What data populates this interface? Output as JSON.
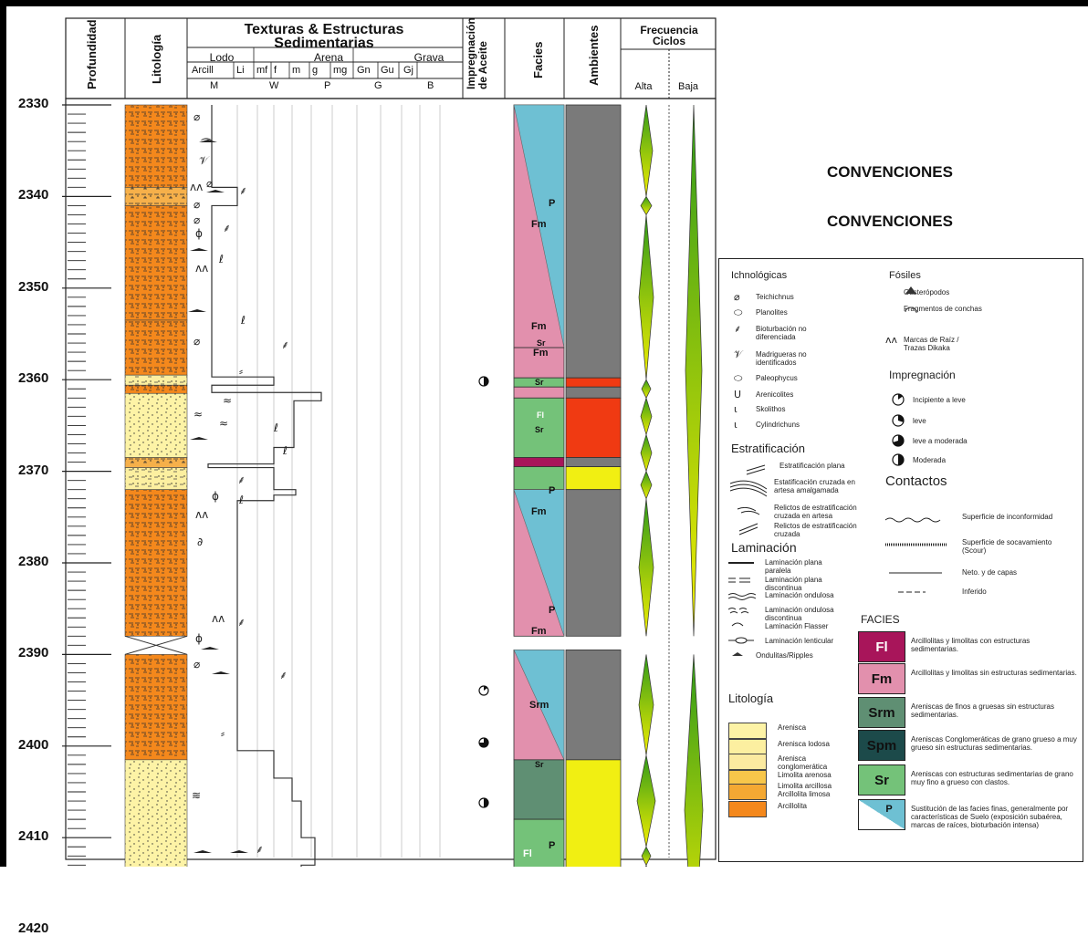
{
  "header": {
    "depth_label": "Profundidad",
    "lith_label": "Litología",
    "tex_title_1": "Texturas & Estructuras",
    "tex_title_2": "Sedimentarias",
    "grain_groups": [
      "Lodo",
      "Arena",
      "Grava"
    ],
    "grain_sizes": [
      "Arcill",
      "Li",
      "mf",
      "f",
      "m",
      "g",
      "mg",
      "Gn",
      "Gu",
      "Gj"
    ],
    "dunham": [
      "M",
      "W",
      "P",
      "G",
      "B"
    ],
    "oil_label_1": "Impregnación",
    "oil_label_2": "de Aceite",
    "facies_label": "Facies",
    "env_label": "Ambientes",
    "freq_title_1": "Frecuencia",
    "freq_title_2": "Ciclos",
    "freq_high": "Alta",
    "freq_low": "Baja"
  },
  "depths": [
    "2330",
    "2340",
    "2350",
    "2360",
    "2370",
    "2380",
    "2390",
    "2400",
    "2410",
    "2420"
  ],
  "facies_column": [
    {
      "label": "Fm",
      "label2": "P",
      "type": "split"
    },
    {
      "label": "Fm",
      "type": "Fm"
    },
    {
      "label": "Sr",
      "type": "Sr"
    },
    {
      "label": "Fm",
      "type": "Fm"
    },
    {
      "label": "Sr",
      "type": "Sr"
    },
    {
      "label": "Fl",
      "type": "Fl"
    },
    {
      "label": "Sr",
      "type": "Sr"
    },
    {
      "label": "Fm",
      "label2": "P",
      "type": "split"
    },
    {
      "label": "Fm",
      "label2": "P",
      "type": "split"
    },
    {
      "label": "Srm",
      "type": "Srm"
    },
    {
      "label": "Sr",
      "type": "Sr"
    },
    {
      "label": "Fl",
      "label2": "P",
      "type": "split2"
    }
  ],
  "conventions": {
    "title_a": "CONVENCIONES",
    "title_b": "CONVENCIONES"
  },
  "legend": {
    "ichno_title": "Ichnológicas",
    "ichno_items": [
      "Teichichnus",
      "Planolites",
      "Bioturbación no diferenciada",
      "Madrigueras no identificados",
      "Paleophycus",
      "Arenicolites",
      "Skolithos",
      "Cylindrichuns"
    ],
    "fossil_title": "Fósiles",
    "fossil_items": [
      "Gasterópodos",
      "Fragmentos de conchas"
    ],
    "roots_item": "Marcas de Raíz / Trazas Dikaka",
    "impreg_title": "Impregnación",
    "impreg_items": [
      "Incipiente a leve",
      "leve",
      "leve a moderada",
      "Moderada"
    ],
    "strat_title": "Estratificación",
    "strat_items": [
      "Estratificación plana",
      "Estatificación cruzada en artesa amalgamada",
      "Relictos de estratificación cruzada en artesa",
      "Relictos de estratificación cruzada"
    ],
    "contact_title": "Contactos",
    "contact_items": [
      "Superficie de inconformidad",
      "Superficie de socavamiento (Scour)",
      "Neto. y de capas",
      "Inferido"
    ],
    "lam_title": "Laminación",
    "lam_items": [
      "Laminación plana paralela",
      "Laminación plana discontinua",
      "Laminación ondulosa",
      "Laminación ondulosa discontinua",
      "Laminación Flasser",
      "Laminación lenticular",
      "Ondulitas/Ripples"
    ],
    "facies_title": "FACIES",
    "facies_items": [
      {
        "code": "Fl",
        "text": "Arcillolitas y limolitas con estructuras sedimentarias.",
        "color": "#a8155a",
        "fg": "#ffffff"
      },
      {
        "code": "Fm",
        "text": "Arcillolitas y limolitas sin estructuras sedimentarias.",
        "color": "#e290ad",
        "fg": "#111111"
      },
      {
        "code": "Srm",
        "text": "Areniscas de finos a gruesas sin estructuras sedimentarias.",
        "color": "#5f8f73",
        "fg": "#111111"
      },
      {
        "code": "Spm",
        "text": "Areniscas Conglomeráticas de grano grueso a muy grueso sin estructuras sedimentarias.",
        "color": "#1c4a4a",
        "fg": "#111111"
      },
      {
        "code": "Sr",
        "text": "Areniscas con estructuras sedimentarias de grano muy fino a grueso con clastos.",
        "color": "#74c279",
        "fg": "#111111"
      },
      {
        "code": "P",
        "text": "Sustitución de las facies finas, generalmente por características de Suelo (exposición subaérea, marcas de raíces, bioturbación intensa)",
        "color": "#6ec0d3",
        "fg": "#111111"
      }
    ],
    "lith_title": "Litología",
    "lith_items": [
      "Arenisca",
      "Arenisca lodosa",
      "Arenisca conglomerática",
      "Limolita arenosa",
      "Limolita arcillosa Arcillolita limosa",
      "Arcillolita"
    ]
  },
  "colors": {
    "Fm": "#e290ad",
    "P": "#6ec0d3",
    "Sr": "#74c279",
    "Srm": "#5f8f73",
    "Fl": "#a8155a",
    "env_grey": "#7a7a7a",
    "env_red": "#f03a12",
    "env_yellow": "#f1ef12",
    "lith_orange": "#f4881c",
    "lith_sand": "#fdf3a6",
    "lith_yellow": "#f7d44a"
  }
}
